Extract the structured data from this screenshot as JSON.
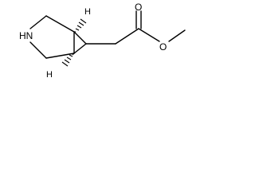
{
  "structure": {
    "atoms": {
      "nitrogen_label": "HN",
      "stereo_h_top": "H",
      "stereo_h_bottom": "H",
      "carbonyl_oxygen_label": "O",
      "ester_oxygen_label": "O"
    }
  }
}
